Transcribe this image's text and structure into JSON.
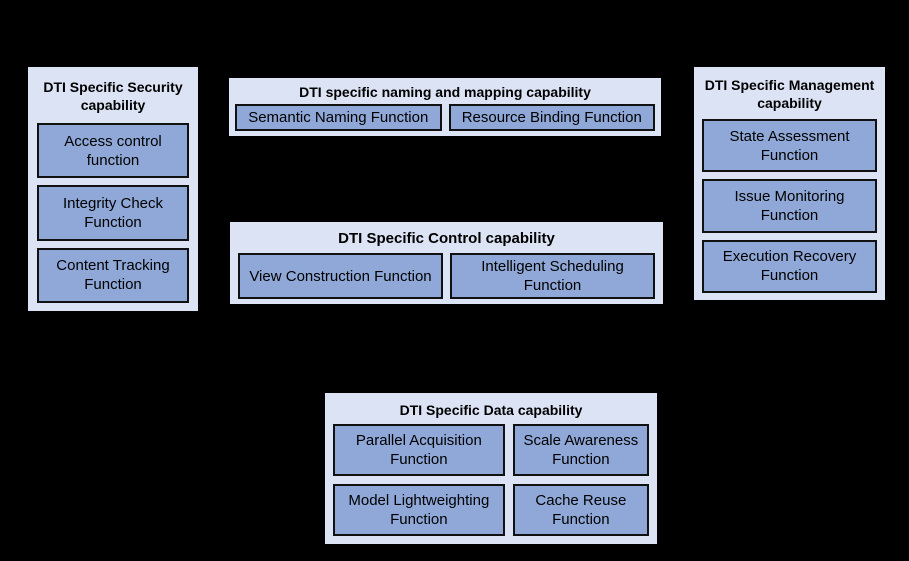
{
  "diagram": {
    "background_color": "#000000",
    "colors": {
      "panel_bg": "#dce3f4",
      "box_bg": "#8fa8d8",
      "border": "#000000",
      "text": "#000000"
    },
    "panels": {
      "security": {
        "title": "DTI Specific Security capability",
        "boxes": [
          "Access control function",
          "Integrity Check Function",
          "Content Tracking Function"
        ]
      },
      "naming": {
        "title": "DTI specific naming and mapping capability",
        "boxes": [
          "Semantic Naming Function",
          "Resource Binding Function"
        ]
      },
      "control": {
        "title": "DTI Specific Control capability",
        "boxes": [
          "View Construction Function",
          "Intelligent Scheduling Function"
        ]
      },
      "management": {
        "title": "DTI Specific Management capability",
        "boxes": [
          "State Assessment Function",
          "Issue Monitoring Function",
          "Execution Recovery Function"
        ]
      },
      "data": {
        "title": "DTI Specific Data capability",
        "boxes": [
          "Parallel Acquisition Function",
          "Scale Awareness Function",
          "Model Lightweighting Function",
          "Cache Reuse Function"
        ]
      }
    }
  }
}
